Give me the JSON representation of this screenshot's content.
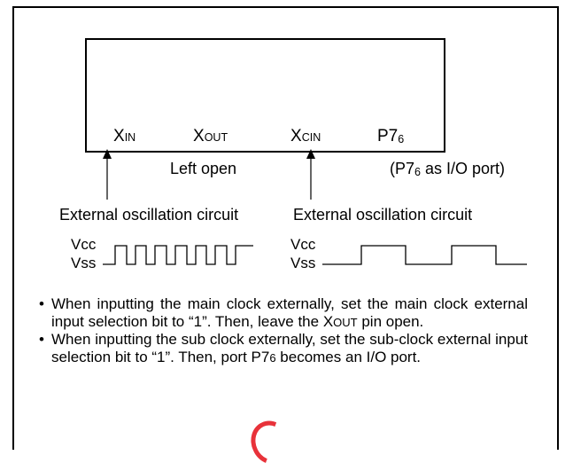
{
  "pins": {
    "xin": {
      "base": "X",
      "rest": "IN"
    },
    "xout": {
      "base": "X",
      "rest": "OUT"
    },
    "xcin": {
      "base": "X",
      "rest": "CIN"
    },
    "p76": {
      "base": "P7",
      "sub": "6"
    }
  },
  "labels": {
    "left_open": "Left open",
    "p76_io": {
      "pre": "(P7",
      "sub": "6",
      "post": " as I/O port)"
    },
    "ext_osc_1": "External oscillation circuit",
    "ext_osc_2": "External oscillation circuit"
  },
  "signals": {
    "left": {
      "vcc": "Vcc",
      "vss": "Vss"
    },
    "right": {
      "vcc": "Vcc",
      "vss": "Vss"
    }
  },
  "notes": {
    "bullet": "•",
    "n1": {
      "a": "When inputting the main clock externally, set the main clock external input selection bit to “1”. Then, leave the X",
      "b": "OUT",
      "c": " pin open."
    },
    "n2": {
      "a": "When inputting the sub clock externally, set the sub-clock external input selection bit to “1”. Then, port P7",
      "b": "6",
      "c": " becomes an I/O port."
    }
  },
  "colors": {
    "line": "#000000",
    "watermark": "#e8323a"
  }
}
